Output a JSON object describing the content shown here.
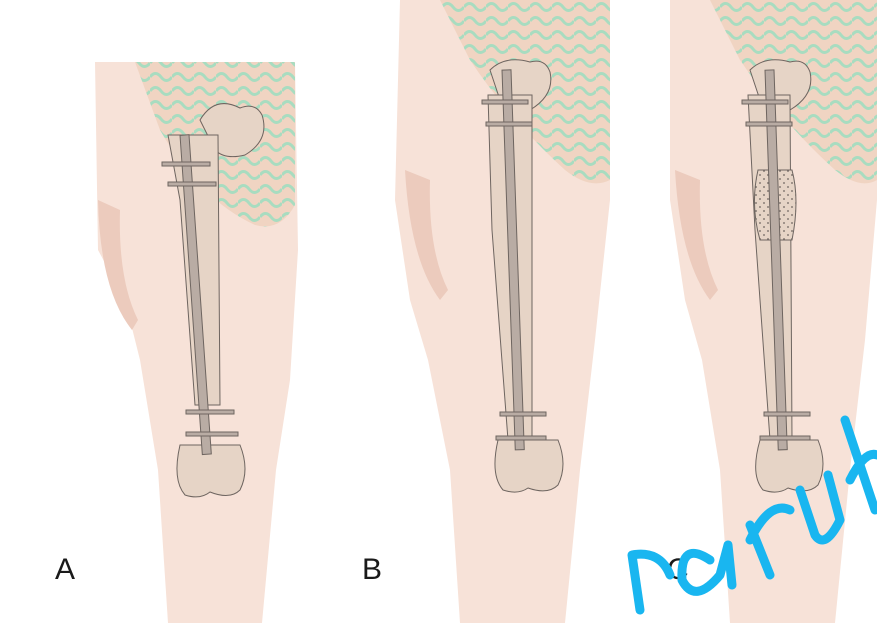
{
  "panels": [
    {
      "label": "A"
    },
    {
      "label": "B"
    },
    {
      "label": "C"
    }
  ],
  "colors": {
    "skin": "#f7e2d8",
    "skin_shadow": "#eccbbd",
    "underwear": "#f0d4c2",
    "underwear_pattern": "#a8dcc0",
    "bone": "#e6d4c6",
    "nail": "#b9aca4",
    "nail_dark": "#6e6560",
    "watermark": "#19b6f0"
  },
  "icons": {
    "screw": "screw-icon",
    "nail": "intramedullary-nail-icon"
  }
}
